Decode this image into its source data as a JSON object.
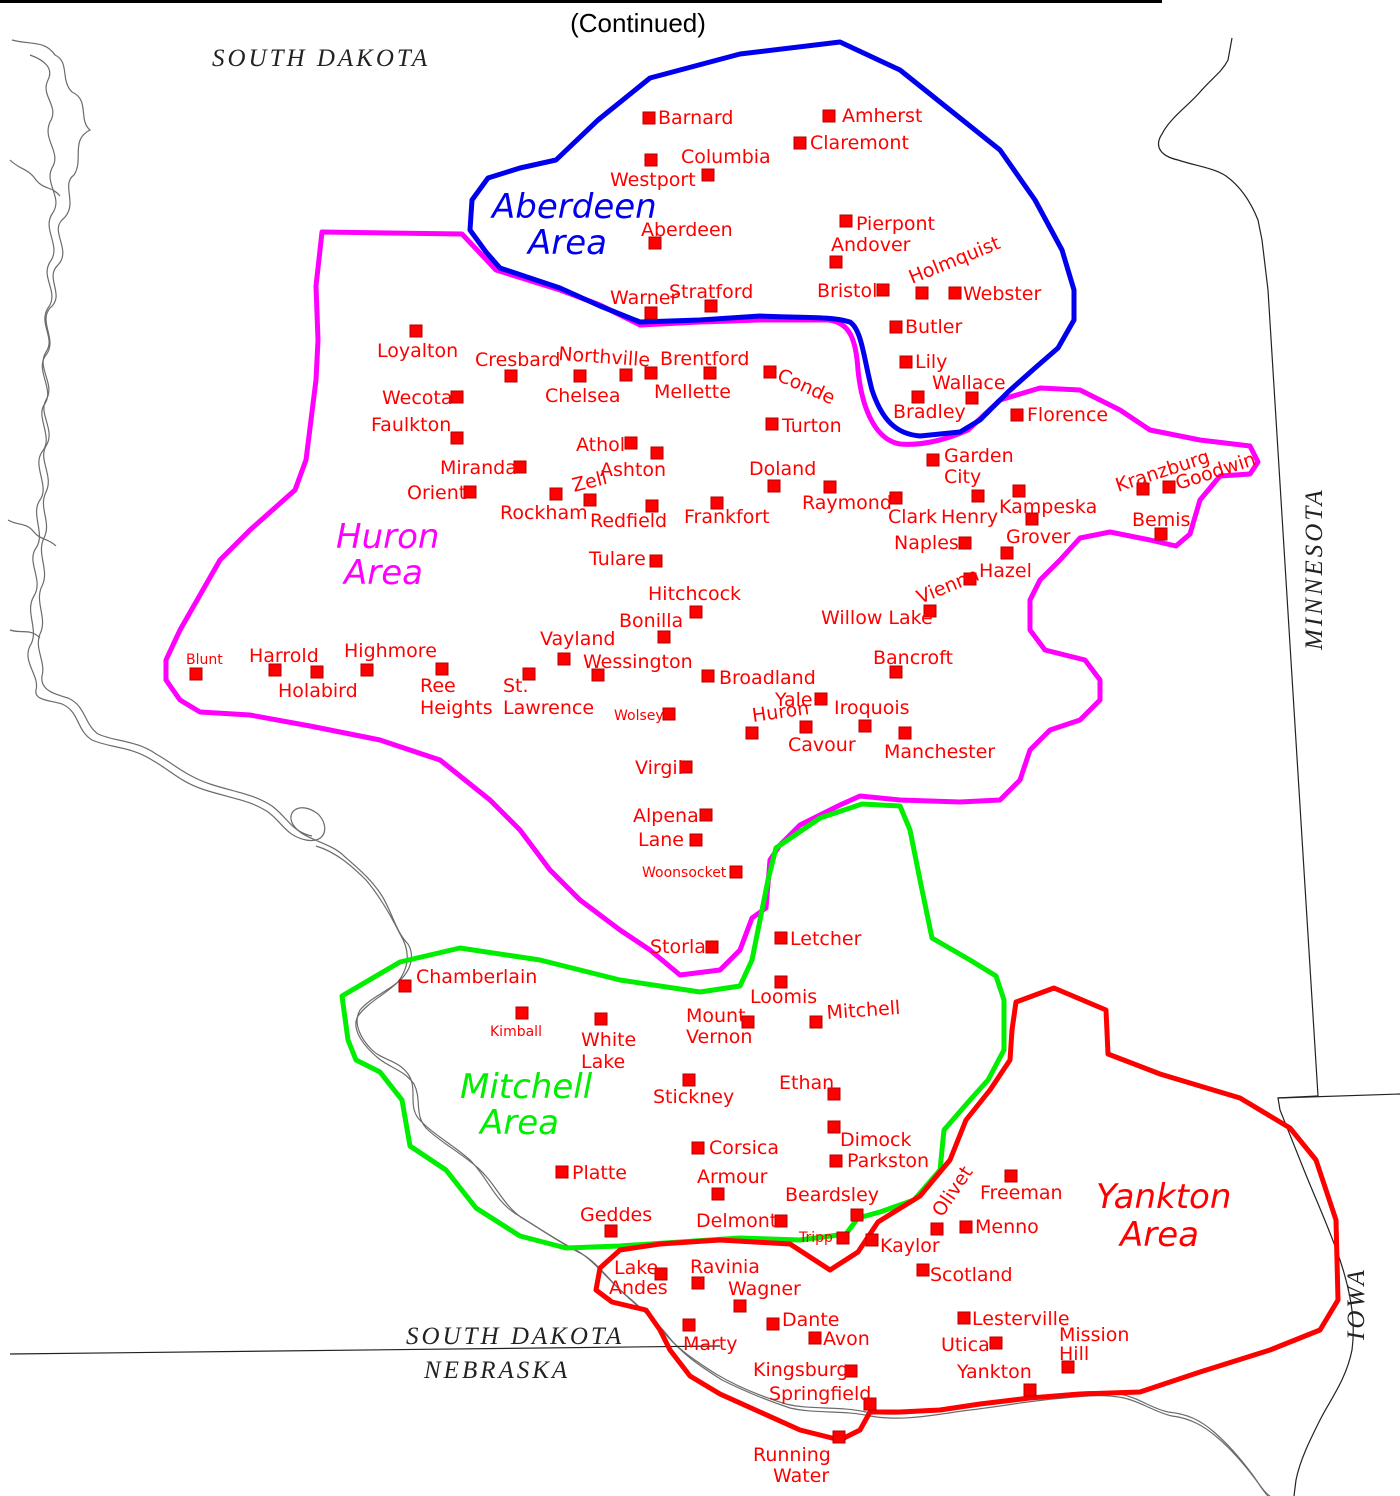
{
  "header": {
    "continued": "(Continued)"
  },
  "states": {
    "sd_top": "SOUTH DAKOTA",
    "minnesota": "MINNESOTA",
    "sd_bottom": "SOUTH DAKOTA",
    "nebraska": "NEBRASKA",
    "iowa": "IOWA"
  },
  "areas": {
    "aberdeen": {
      "line1": "Aberdeen",
      "line2": "Area",
      "color": "#0000ee"
    },
    "huron": {
      "line1": "Huron",
      "line2": "Area",
      "color": "#ff00ff"
    },
    "mitchell": {
      "line1": "Mitchell",
      "line2": "Area",
      "color": "#00ee00"
    },
    "yankton": {
      "line1": "Yankton",
      "line2": "Area",
      "color": "#ff0000"
    }
  },
  "towns": {
    "barnard": "Barnard",
    "amherst": "Amherst",
    "claremont": "Claremont",
    "columbia": "Columbia",
    "westport": "Westport",
    "aberdeen": "Aberdeen",
    "pierpont": "Pierpont",
    "andover": "Andover",
    "holmquist": "Holmquist",
    "bristol": "Bristol",
    "webster": "Webster",
    "warner": "Warner",
    "stratford": "Stratford",
    "butler": "Butler",
    "lily": "Lily",
    "wallace": "Wallace",
    "bradley": "Bradley",
    "florence": "Florence",
    "loyalton": "Loyalton",
    "cresbard": "Cresbard",
    "northville": "Northville",
    "brentford": "Brentford",
    "chelsea": "Chelsea",
    "mellette": "Mellette",
    "conde": "Conde",
    "wecota": "Wecota",
    "faulkton": "Faulkton",
    "turton": "Turton",
    "athol": "Athol",
    "ashton": "Ashton",
    "miranda": "Miranda",
    "doland": "Doland",
    "garden": "Garden",
    "city": "City",
    "orient": "Orient",
    "zell": "Zell",
    "rockham": "Rockham",
    "redfield": "Redfield",
    "frankfort": "Frankfort",
    "raymond": "Raymond",
    "clark": "Clark",
    "henry": "Henry",
    "kampeska": "Kampeska",
    "kranzburg": "Kranzburg",
    "goodwin": "Goodwin",
    "bemis": "Bemis",
    "naples": "Naples",
    "grover": "Grover",
    "tulare": "Tulare",
    "hazel": "Hazel",
    "vienna": "Vienna",
    "willow_lake": "Willow Lake",
    "hitchcock": "Hitchcock",
    "bonilla": "Bonilla",
    "vayland": "Vayland",
    "wessington": "Wessington",
    "bancroft": "Bancroft",
    "blunt": "Blunt",
    "harrold": "Harrold",
    "holabird": "Holabird",
    "highmore": "Highmore",
    "ree": "Ree",
    "heights": "Heights",
    "st": "St.",
    "lawrence": "Lawrence",
    "broadland": "Broadland",
    "yale": "Yale",
    "iroquois": "Iroquois",
    "huron": "Huron",
    "wolsey": "Wolsey",
    "cavour": "Cavour",
    "manchester": "Manchester",
    "virgil": "Virgil",
    "alpena": "Alpena",
    "lane": "Lane",
    "woonsocket": "Woonsocket",
    "storla": "Storla",
    "letcher": "Letcher",
    "chamberlain": "Chamberlain",
    "loomis": "Loomis",
    "mount": "Mount",
    "vernon": "Vernon",
    "mitchell": "Mitchell",
    "kimball": "Kimball",
    "white": "White",
    "lake": "Lake",
    "stickney": "Stickney",
    "ethan": "Ethan",
    "dimock": "Dimock",
    "corsica": "Corsica",
    "parkston": "Parkston",
    "platte": "Platte",
    "armour": "Armour",
    "beardsley": "Beardsley",
    "olivet": "Olivet",
    "freeman": "Freeman",
    "geddes": "Geddes",
    "delmont": "Delmont",
    "tripp": "Tripp",
    "kaylor": "Kaylor",
    "menno": "Menno",
    "lake2": "Lake",
    "andes": "Andes",
    "ravinia": "Ravinia",
    "wagner": "Wagner",
    "scotland": "Scotland",
    "dante": "Dante",
    "lesterville": "Lesterville",
    "marty": "Marty",
    "avon": "Avon",
    "utica": "Utica",
    "mission": "Mission",
    "hill": "Hill",
    "kingsburg": "Kingsburg",
    "yankton": "Yankton",
    "springfield": "Springfield",
    "running": "Running",
    "water": "Water"
  }
}
